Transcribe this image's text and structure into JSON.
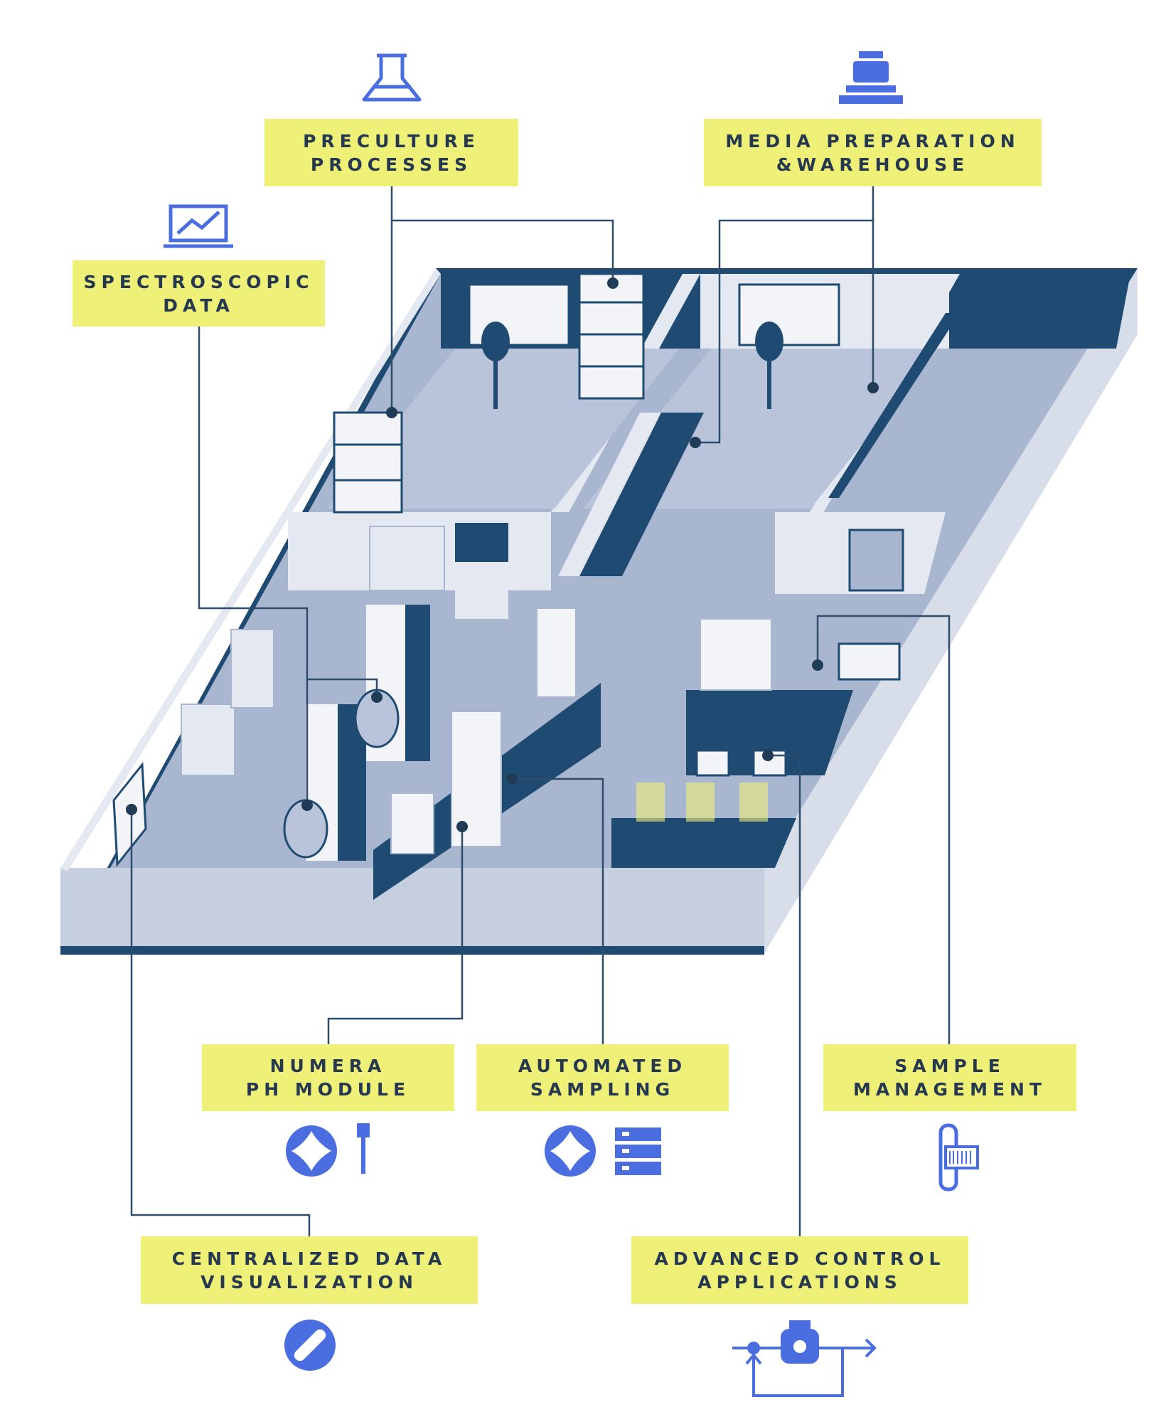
{
  "labels": {
    "preculture": {
      "line1": "PRECULTURE",
      "line2": "PROCESSES"
    },
    "media": {
      "line1": "MEDIA PREPARATION",
      "line2": "&WAREHOUSE"
    },
    "spectroscopic": {
      "line1": "SPECTROSCOPIC",
      "line2": "DATA"
    },
    "numera": {
      "line1": "NUMERA",
      "line2": "PH MODULE"
    },
    "automated": {
      "line1": "AUTOMATED",
      "line2": "SAMPLING"
    },
    "sample": {
      "line1": "SAMPLE",
      "line2": "MANAGEMENT"
    },
    "centralized": {
      "line1": "CENTRALIZED DATA",
      "line2": "VISUALIZATION"
    },
    "advanced": {
      "line1": "ADVANCED CONTROL",
      "line2": "APPLICATIONS"
    }
  },
  "icons": {
    "preculture": "flask-icon",
    "media": "balance-scale-icon",
    "spectroscopic": "laptop-chart-icon",
    "numera": [
      "numera-logo-icon",
      "ph-probe-icon"
    ],
    "automated": [
      "numera-logo-icon",
      "sampler-rack-icon"
    ],
    "sample": "barcode-tube-icon",
    "centralized": "visualization-logo-icon",
    "advanced": "control-loop-icon"
  },
  "colors": {
    "label_bg": "#eef078",
    "label_text": "#26384f",
    "icon_blue": "#4a6de0",
    "line": "#2f4d6a",
    "floor": "#a9b6cf",
    "wall_dark": "#1f4a72",
    "wall_light": "#e4e8f1"
  }
}
